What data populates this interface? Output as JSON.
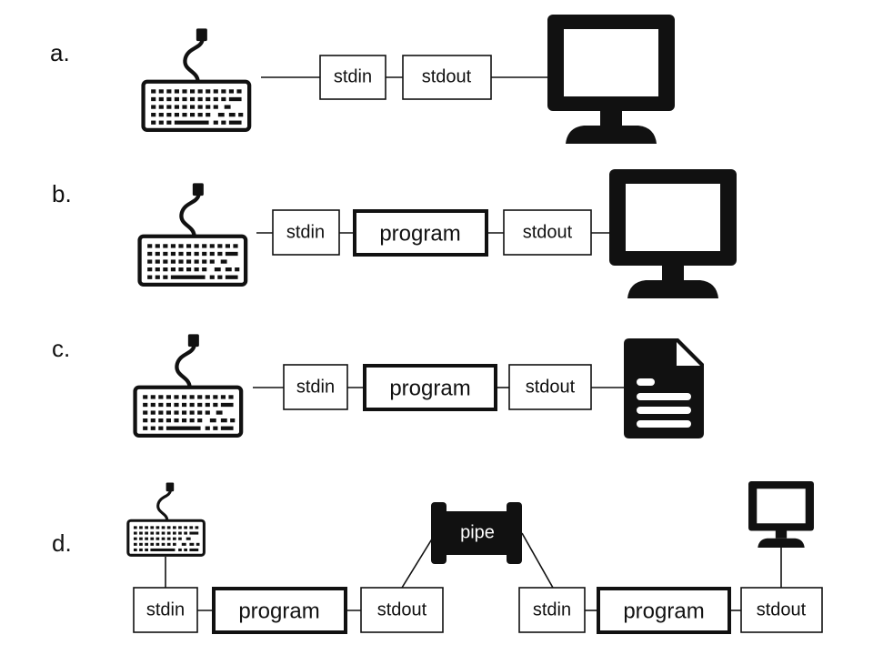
{
  "rows": [
    {
      "label": "a.",
      "input": "stdin",
      "output": "stdout",
      "source_icon": "keyboard-icon",
      "target_icon": "monitor-icon"
    },
    {
      "label": "b.",
      "input": "stdin",
      "process": "program",
      "output": "stdout",
      "source_icon": "keyboard-icon",
      "target_icon": "monitor-icon"
    },
    {
      "label": "c.",
      "input": "stdin",
      "process": "program",
      "output": "stdout",
      "source_icon": "keyboard-icon",
      "target_icon": "document-icon"
    },
    {
      "label": "d.",
      "left": {
        "input": "stdin",
        "process": "program",
        "output": "stdout"
      },
      "pipe": "pipe",
      "right": {
        "input": "stdin",
        "process": "program",
        "output": "stdout"
      },
      "source_icon": "keyboard-icon",
      "target_icon": "monitor-icon"
    }
  ],
  "colors": {
    "ink": "#111111",
    "background": "#ffffff"
  }
}
